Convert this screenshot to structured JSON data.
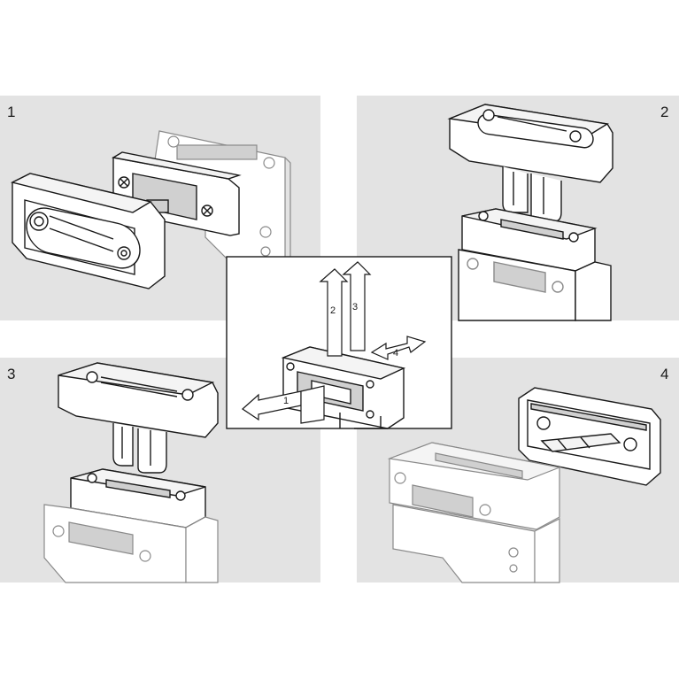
{
  "panels": [
    {
      "step": "1"
    },
    {
      "step": "2"
    },
    {
      "step": "3"
    },
    {
      "step": "4"
    }
  ],
  "center": {
    "arrows": [
      "1",
      "2",
      "3",
      "4"
    ]
  },
  "colors": {
    "panel_bg": "#e3e3e3",
    "line": "#1a1a1a",
    "faded_line": "#8a8a8a",
    "part_fill": "#ffffff",
    "slot_fill": "#d0d0d0"
  }
}
